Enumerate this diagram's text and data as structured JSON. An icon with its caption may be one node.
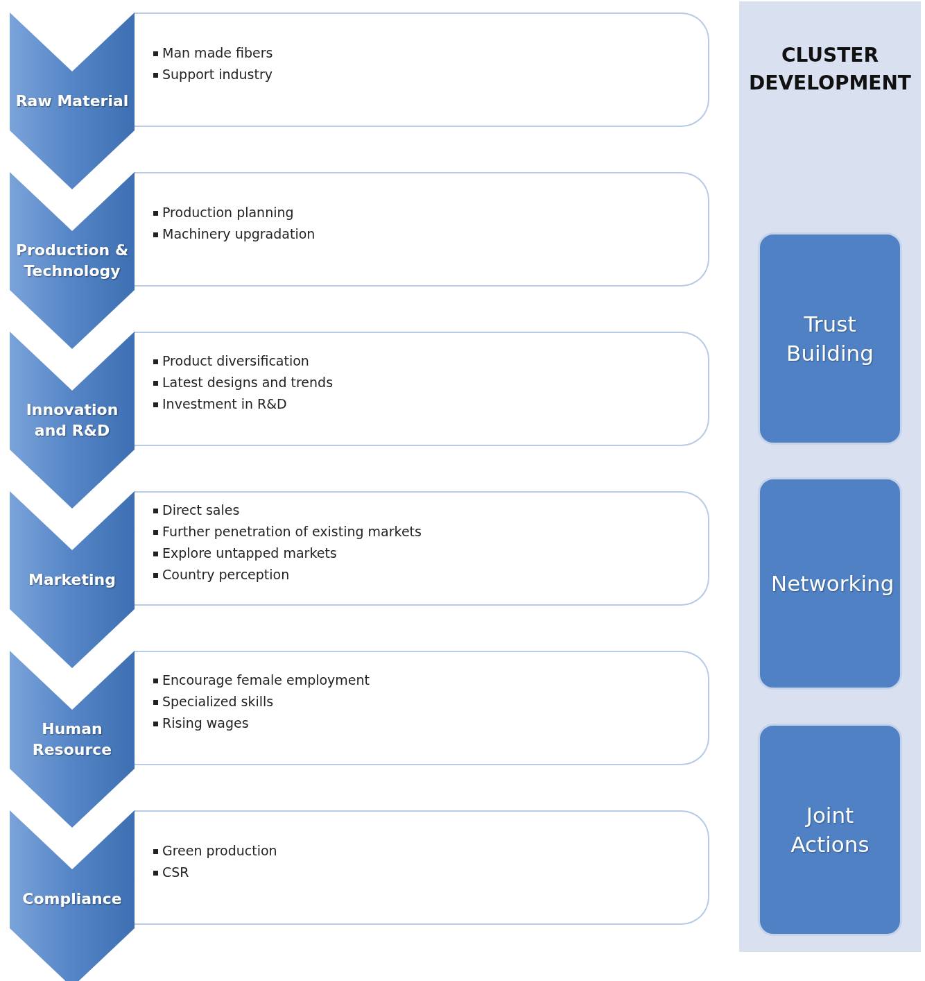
{
  "diagram": {
    "nodes": [
      {
        "text": [
          "Raw Material"
        ]
      },
      {
        "text": [
          "Man made fibers",
          "Support industry"
        ]
      },
      {
        "text": [
          "Production & Technology"
        ]
      },
      {
        "text": [
          "Production planning",
          "Machinery upgradation"
        ]
      },
      {
        "text": [
          "Innovation and R&D"
        ]
      },
      {
        "text": [
          "Product diversification",
          "Latest designs and trends",
          "Investment in R&D"
        ]
      },
      {
        "text": [
          "Marketing"
        ]
      },
      {
        "text": [
          "Direct sales",
          "Further penetration of existing markets",
          "Explore untapped markets",
          "Country perception"
        ]
      },
      {
        "text": [
          "Human Resource"
        ]
      },
      {
        "text": [
          "Encourage female employment",
          "Specialized skills",
          "Rising wages"
        ]
      },
      {
        "text": [
          "Compliance"
        ]
      },
      {
        "text": [
          "Green production",
          "CSR"
        ]
      },
      {
        "text": [
          "CLUSTER DEVELOPMENT"
        ]
      },
      {
        "text": [
          "Trust Building"
        ],
        "in": 12
      },
      {
        "text": [
          "Networking"
        ],
        "in": 12
      },
      {
        "text": [
          "Joint Actions"
        ],
        "in": 12
      }
    ]
  }
}
